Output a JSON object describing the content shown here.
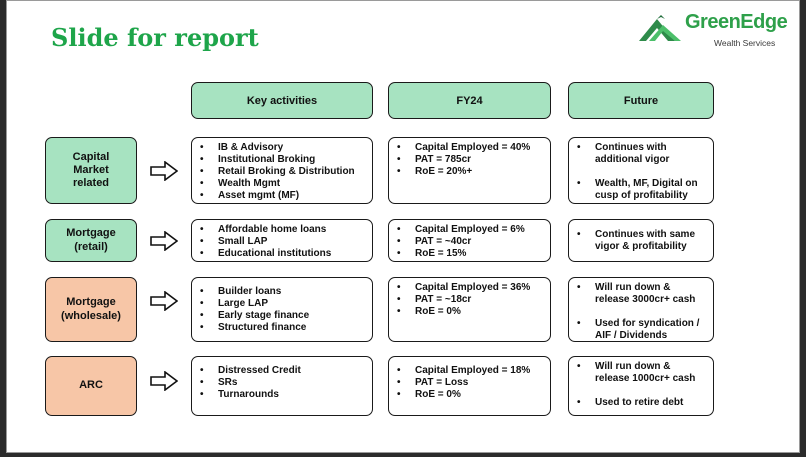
{
  "slide": {
    "title": "Slide for report",
    "logo": {
      "name": "GreenEdge",
      "subtitle": "Wealth Services",
      "color": "#2ea04a"
    }
  },
  "headers": {
    "activities": "Key activities",
    "fy24": "FY24",
    "future": "Future"
  },
  "rows": [
    {
      "category": "Capital\nMarket\nrelated",
      "color": "#a7e3c1",
      "activities": [
        "IB & Advisory",
        "Institutional Broking",
        "Retail Broking & Distribution",
        "Wealth Mgmt",
        "Asset mgmt (MF)"
      ],
      "fy24": [
        "Capital Employed = 40%",
        "PAT = 785cr",
        "RoE = 20%+"
      ],
      "future": [
        "Continues with additional vigor",
        "Wealth, MF, Digital on cusp of profitability"
      ]
    },
    {
      "category": "Mortgage\n(retail)",
      "color": "#a7e3c1",
      "activities": [
        "Affordable home loans",
        "Small LAP",
        "Educational institutions"
      ],
      "fy24": [
        "Capital Employed = 6%",
        "PAT = ~40cr",
        "RoE = 15%"
      ],
      "future": [
        "Continues with same vigor & profitability"
      ]
    },
    {
      "category": "Mortgage\n(wholesale)",
      "color": "#f7c6a7",
      "activities": [
        "Builder loans",
        "Large LAP",
        "Early stage finance",
        "Structured finance"
      ],
      "fy24": [
        "Capital Employed = 36%",
        "PAT = ~18cr",
        "RoE = 0%"
      ],
      "future": [
        "Will run down & release 3000cr+ cash",
        "Used for syndication / AIF / Dividends"
      ]
    },
    {
      "category": "ARC",
      "color": "#f7c6a7",
      "activities": [
        "Distressed Credit",
        "SRs",
        "Turnarounds"
      ],
      "fy24": [
        "Capital Employed = 18%",
        "PAT = Loss",
        "RoE = 0%"
      ],
      "future": [
        "Will run down & release 1000cr+ cash",
        "Used to retire debt"
      ]
    }
  ]
}
